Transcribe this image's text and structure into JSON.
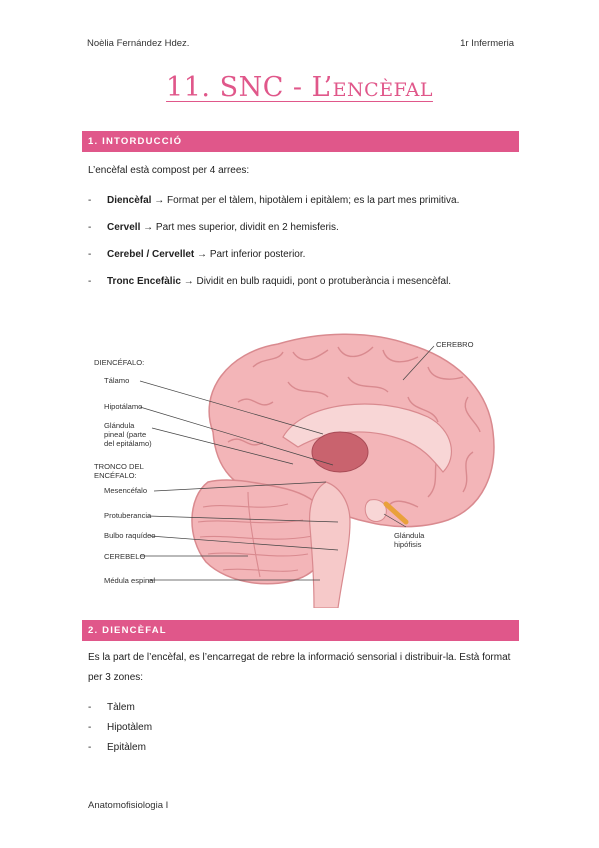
{
  "header": {
    "author": "Noèlia Fernández Hdez.",
    "course": "1r Infermeria"
  },
  "title": "11. SNC - L’encèfal",
  "section1": {
    "heading": "1. INTORDUCCIÓ",
    "intro": "L’encèfal està compost per 4 arrees:",
    "items": [
      {
        "term": "Diencèfal",
        "text": " → Format per el tàlem, hipotàlem i epitàlem; es la part mes primitiva."
      },
      {
        "term": "Cervell",
        "text": " → Part mes superior, dividit en 2 hemisferis."
      },
      {
        "term": "Cerebel / Cervellet",
        "text": " → Part inferior posterior."
      },
      {
        "term": "Tronc Encefàlic",
        "text": " → Dividit en bulb raquidi, pont o protuberància i mesencèfal."
      }
    ]
  },
  "figure": {
    "labels": {
      "diencefalo": "DIENCÉFALO:",
      "talamo": "Tálamo",
      "hipotalamo": "Hipotálamo",
      "pineal1": "Glándula",
      "pineal2": "pineal (parte",
      "pineal3": "del epitálamo)",
      "tronco1": "TRONCO DEL",
      "tronco2": "ENCÉFALO:",
      "mesencefalo": "Mesencéfalo",
      "protuberancia": "Protuberancia",
      "bulbo": "Bulbo raquídeo",
      "cerebelo": "CEREBELO",
      "medula": "Médula espinal",
      "cerebro": "CEREBRO",
      "hipofisis1": "Glándula",
      "hipofisis2": "hipófisis"
    }
  },
  "section2": {
    "heading": "2. DIENCÈFAL",
    "line1": "Es la part de l’encèfal, es l’encarregat de rebre la informació sensorial i distribuir-la. Està format",
    "line2": "per 3 zones:",
    "items": [
      "Tàlem",
      "Hipotàlem",
      "Epitàlem"
    ]
  },
  "footer": "Anatomofisiologia I",
  "colors": {
    "accent": "#e0578a",
    "brain": "#f3b5b8",
    "brain_dark": "#d98a8f"
  }
}
